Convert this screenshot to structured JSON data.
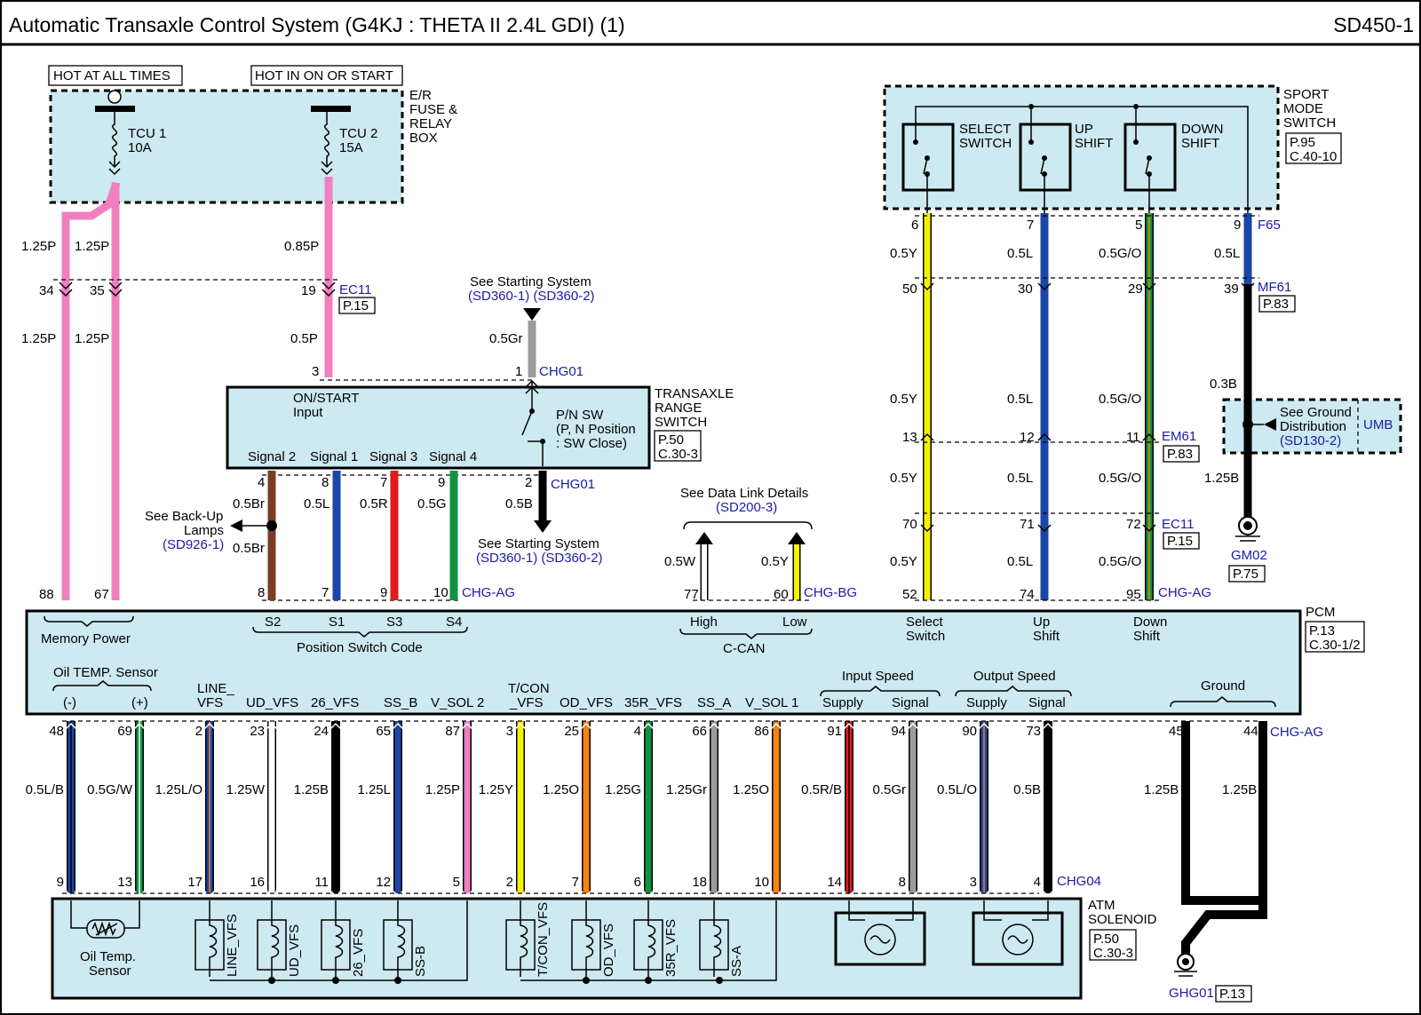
{
  "header": {
    "title": "Automatic Transaxle Control System (G4KJ : THETA II 2.4L GDI) (1)",
    "code": "SD450-1"
  },
  "fuse_box": {
    "hot_all": "HOT AT ALL TIMES",
    "hot_on": "HOT IN ON OR START",
    "name": [
      "E/R",
      "FUSE &",
      "RELAY",
      "BOX"
    ],
    "fuse1": [
      "TCU 1",
      "10A"
    ],
    "fuse2": [
      "TCU 2",
      "15A"
    ]
  },
  "sport_mode_switch": {
    "name": [
      "SPORT",
      "MODE",
      "SWITCH"
    ],
    "ref": [
      "P.95",
      "C.40-10"
    ],
    "switches": [
      [
        "SELECT",
        "SWITCH"
      ],
      [
        "UP",
        "SHIFT"
      ],
      [
        "DOWN",
        "SHIFT"
      ]
    ]
  },
  "transaxle_range_switch": {
    "name": [
      "TRANSAXLE",
      "RANGE",
      "SWITCH"
    ],
    "ref": [
      "P.50",
      "C.30-3"
    ],
    "input": [
      "ON/START",
      "Input"
    ],
    "pn": [
      "P/N SW",
      "(P, N Position",
      ": SW Close)"
    ],
    "signals": [
      "Signal 2",
      "Signal 1",
      "Signal 3",
      "Signal 4"
    ]
  },
  "pcm": {
    "name": "PCM",
    "ref": [
      "P.13",
      "C.30-1/2"
    ],
    "top": {
      "memory_power": "Memory Power",
      "pins": [
        "S2",
        "S1",
        "S3",
        "S4"
      ],
      "position_code": "Position Switch Code",
      "high": "High",
      "low": "Low",
      "ccan": "C-CAN",
      "select": [
        "Select",
        "Switch"
      ],
      "up": [
        "Up",
        "Shift"
      ],
      "down": [
        "Down",
        "Shift"
      ]
    },
    "bottom": {
      "oil_sensor": "Oil TEMP. Sensor",
      "minus": "(-)",
      "plus": "(+)",
      "labels": [
        "LINE_",
        "VFS",
        "UD_VFS",
        "26_VFS",
        "SS_B",
        "V_SOL 2",
        "T/CON",
        "_VFS",
        "OD_VFS",
        "35R_VFS",
        "SS_A",
        "V_SOL 1"
      ],
      "input_speed": "Input Speed",
      "output_speed": "Output Speed",
      "supply": "Supply",
      "signal": "Signal",
      "ground": "Ground"
    }
  },
  "atm_solenoid": {
    "name": [
      "ATM",
      "SOLENOID"
    ],
    "ref": [
      "P.50",
      "C.30-3"
    ],
    "oil_temp": [
      "Oil Temp.",
      "Sensor"
    ],
    "coils": [
      "LINE_VFS",
      "UD_VFS",
      "26_VFS",
      "SS-B",
      "T/CON_VFS",
      "OD_VFS",
      "35R_VFS",
      "SS-A"
    ]
  },
  "connectors": {
    "ec11": "EC11",
    "p15": "P.15",
    "chg01": "CHG01",
    "chgag": "CHG-AG",
    "chgbg": "CHG-BG",
    "f65": "F65",
    "mf61": "MF61",
    "p83": "P.83",
    "em61": "EM61",
    "chg04": "CHG04",
    "gm02": "GM02",
    "p75": "P.75",
    "ghg01": "GHG01",
    "p13": "P.13"
  },
  "references": {
    "see_starting": "See Starting System",
    "sd360": "(SD360-1) (SD360-2)",
    "see_backup": [
      "See Back-Up",
      "Lamps"
    ],
    "sd926": "(SD926-1)",
    "see_datalink": "See Data Link Details",
    "sd200": "(SD200-3)",
    "see_ground": [
      "See Ground",
      "Distribution"
    ],
    "sd130": "(SD130-2)",
    "umb": "UMB"
  },
  "wires": {
    "left": {
      "mem_a": [
        "1.25P",
        "34",
        "1.25P",
        "88"
      ],
      "mem_b": [
        "1.25P",
        "35",
        "1.25P",
        "67"
      ],
      "on_input": [
        "0.85P",
        "19",
        "0.5P",
        "3"
      ],
      "gr": [
        "0.5Gr",
        "1"
      ],
      "signals": [
        [
          "4",
          "0.5Br",
          "0.5Br",
          "8"
        ],
        [
          "8",
          "0.5L",
          "7"
        ],
        [
          "7",
          "0.5R",
          "9"
        ],
        [
          "9",
          "0.5G",
          "10"
        ]
      ],
      "pn_out": [
        "2",
        "0.5B"
      ]
    },
    "can": [
      [
        "0.5W",
        "77"
      ],
      [
        "0.5Y",
        "60"
      ]
    ],
    "right": [
      [
        "6",
        "0.5Y",
        "50",
        "0.5Y",
        "13",
        "0.5Y",
        "70",
        "0.5Y",
        "52"
      ],
      [
        "7",
        "0.5L",
        "30",
        "0.5L",
        "12",
        "0.5L",
        "71",
        "0.5L",
        "74"
      ],
      [
        "5",
        "0.5G/O",
        "29",
        "0.5G/O",
        "11",
        "0.5G/O",
        "72",
        "0.5G/O",
        "95"
      ]
    ],
    "ground_right": [
      "9",
      "0.5L",
      "39",
      "0.3B",
      "1.25B"
    ],
    "bottom": [
      {
        "pcm": "48",
        "size": "0.5L/B",
        "atm": "9"
      },
      {
        "pcm": "69",
        "size": "0.5G/W",
        "atm": "13"
      },
      {
        "pcm": "2",
        "size": "1.25L/O",
        "atm": "17"
      },
      {
        "pcm": "23",
        "size": "1.25W",
        "atm": "16"
      },
      {
        "pcm": "24",
        "size": "1.25B",
        "atm": "11"
      },
      {
        "pcm": "65",
        "size": "1.25L",
        "atm": "12"
      },
      {
        "pcm": "87",
        "size": "1.25P",
        "atm": "5"
      },
      {
        "pcm": "3",
        "size": "1.25Y",
        "atm": "2"
      },
      {
        "pcm": "25",
        "size": "1.25O",
        "atm": "7"
      },
      {
        "pcm": "4",
        "size": "1.25G",
        "atm": "6"
      },
      {
        "pcm": "66",
        "size": "1.25Gr",
        "atm": "18"
      },
      {
        "pcm": "86",
        "size": "1.25O",
        "atm": "10"
      },
      {
        "pcm": "91",
        "size": "0.5R/B",
        "atm": "14"
      },
      {
        "pcm": "94",
        "size": "0.5Gr",
        "atm": "8"
      },
      {
        "pcm": "90",
        "size": "0.5L/O",
        "atm": "3"
      },
      {
        "pcm": "73",
        "size": "0.5B",
        "atm": "4"
      }
    ],
    "ground_bottom": [
      [
        "45",
        "1.25B"
      ],
      [
        "44",
        "1.25B"
      ]
    ]
  },
  "colors": {
    "box": "#cde9f1",
    "pink": "#f07fbf",
    "brown": "#7a3f22",
    "blue": "#1a46a8",
    "red": "#e01b1b",
    "green": "#0e9440",
    "yellow": "#f4f200",
    "orange": "#f7820e",
    "gray": "#9c9c9c",
    "black": "#000000",
    "label_blue": "#1a1aa6"
  }
}
